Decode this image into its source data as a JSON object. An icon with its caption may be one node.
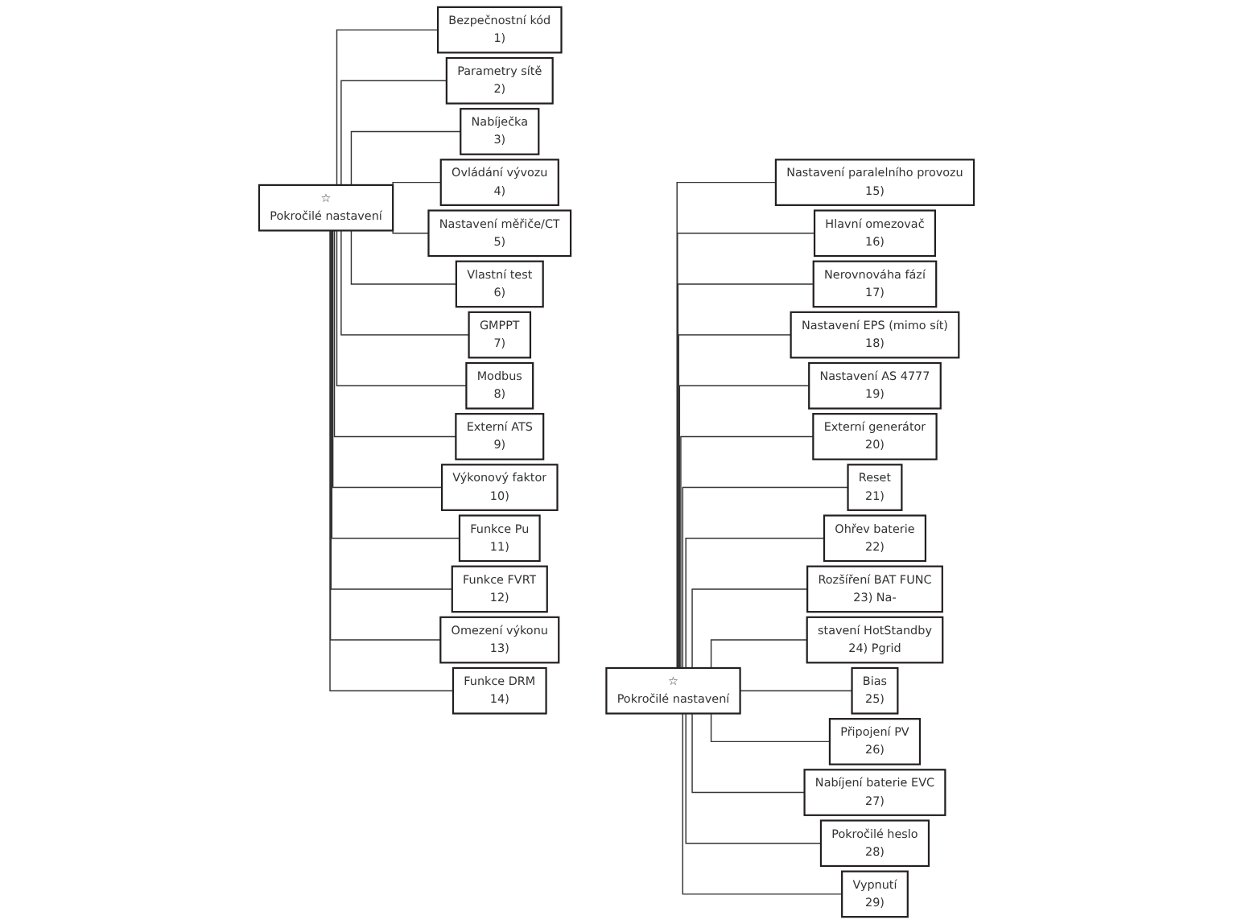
{
  "diagram": {
    "nodes": [
      {
        "text": [
          "☆",
          "Pokročilé nastavení"
        ]
      },
      {
        "text": [
          "Bezpečnostní kód",
          "1)"
        ]
      },
      {
        "text": [
          "Parametry sítě",
          "2)"
        ]
      },
      {
        "text": [
          "Nabíječka",
          "3)"
        ]
      },
      {
        "text": [
          "Ovládání vývozu",
          "4)"
        ]
      },
      {
        "text": [
          "Nastavení měřiče/CT",
          "5)"
        ]
      },
      {
        "text": [
          "Vlastní test",
          "6)"
        ]
      },
      {
        "text": [
          "GMPPT",
          "7)"
        ]
      },
      {
        "text": [
          "Modbus",
          "8)"
        ]
      },
      {
        "text": [
          "Externí ATS",
          "9)"
        ]
      },
      {
        "text": [
          "Výkonový faktor",
          "10)"
        ]
      },
      {
        "text": [
          "Funkce Pu",
          "11)"
        ]
      },
      {
        "text": [
          "Funkce FVRT",
          "12)"
        ]
      },
      {
        "text": [
          "Omezení výkonu",
          "13)"
        ]
      },
      {
        "text": [
          "Funkce DRM",
          "14)"
        ]
      },
      {
        "text": [
          "☆",
          "Pokročilé nastavení"
        ]
      },
      {
        "text": [
          "Nastavení paralelního provozu",
          "15)"
        ]
      },
      {
        "text": [
          "Hlavní omezovač",
          "16)"
        ]
      },
      {
        "text": [
          "Nerovnováha fází",
          "17)"
        ]
      },
      {
        "text": [
          "Nastavení EPS (mimo sít)",
          "18)"
        ]
      },
      {
        "text": [
          "Nastavení AS 4777",
          "19)"
        ]
      },
      {
        "text": [
          "Externí generátor",
          "20)"
        ]
      },
      {
        "text": [
          "Reset",
          "21)"
        ]
      },
      {
        "text": [
          "Ohřev baterie",
          "22)"
        ]
      },
      {
        "text": [
          "Rozšíření BAT FUNC",
          "23) Na-"
        ]
      },
      {
        "text": [
          "stavení HotStandby",
          "24) Pgrid"
        ]
      },
      {
        "text": [
          "Bias",
          "25)"
        ]
      },
      {
        "text": [
          "Připojení PV",
          "26)"
        ]
      },
      {
        "text": [
          "Nabíjení baterie EVC",
          "27)"
        ]
      },
      {
        "text": [
          "Pokročilé heslo",
          "28)"
        ]
      },
      {
        "text": [
          "Vypnutí",
          "29)"
        ]
      }
    ],
    "edges": [
      {
        "from": 0,
        "to": 1,
        "arrow": "none"
      },
      {
        "from": 0,
        "to": 2,
        "arrow": "none"
      },
      {
        "from": 0,
        "to": 3,
        "arrow": "none"
      },
      {
        "from": 0,
        "to": 4,
        "arrow": "none"
      },
      {
        "from": 0,
        "to": 5,
        "arrow": "none"
      },
      {
        "from": 0,
        "to": 6,
        "arrow": "none"
      },
      {
        "from": 0,
        "to": 7,
        "arrow": "none"
      },
      {
        "from": 0,
        "to": 8,
        "arrow": "none"
      },
      {
        "from": 0,
        "to": 9,
        "arrow": "none"
      },
      {
        "from": 0,
        "to": 10,
        "arrow": "none"
      },
      {
        "from": 0,
        "to": 11,
        "arrow": "none"
      },
      {
        "from": 0,
        "to": 12,
        "arrow": "none"
      },
      {
        "from": 0,
        "to": 13,
        "arrow": "none"
      },
      {
        "from": 0,
        "to": 14,
        "arrow": "none"
      },
      {
        "from": 15,
        "to": 16,
        "arrow": "none"
      },
      {
        "from": 15,
        "to": 17,
        "arrow": "none"
      },
      {
        "from": 15,
        "to": 18,
        "arrow": "none"
      },
      {
        "from": 15,
        "to": 19,
        "arrow": "none"
      },
      {
        "from": 15,
        "to": 20,
        "arrow": "none"
      },
      {
        "from": 15,
        "to": 21,
        "arrow": "none"
      },
      {
        "from": 15,
        "to": 22,
        "arrow": "none"
      },
      {
        "from": 15,
        "to": 23,
        "arrow": "none"
      },
      {
        "from": 15,
        "to": 24,
        "arrow": "none"
      },
      {
        "from": 15,
        "to": 25,
        "arrow": "none"
      },
      {
        "from": 15,
        "to": 26,
        "arrow": "none"
      },
      {
        "from": 15,
        "to": 27,
        "arrow": "none"
      },
      {
        "from": 15,
        "to": 28,
        "arrow": "none"
      },
      {
        "from": 15,
        "to": 29,
        "arrow": "none"
      },
      {
        "from": 15,
        "to": 30,
        "arrow": "none"
      }
    ]
  }
}
